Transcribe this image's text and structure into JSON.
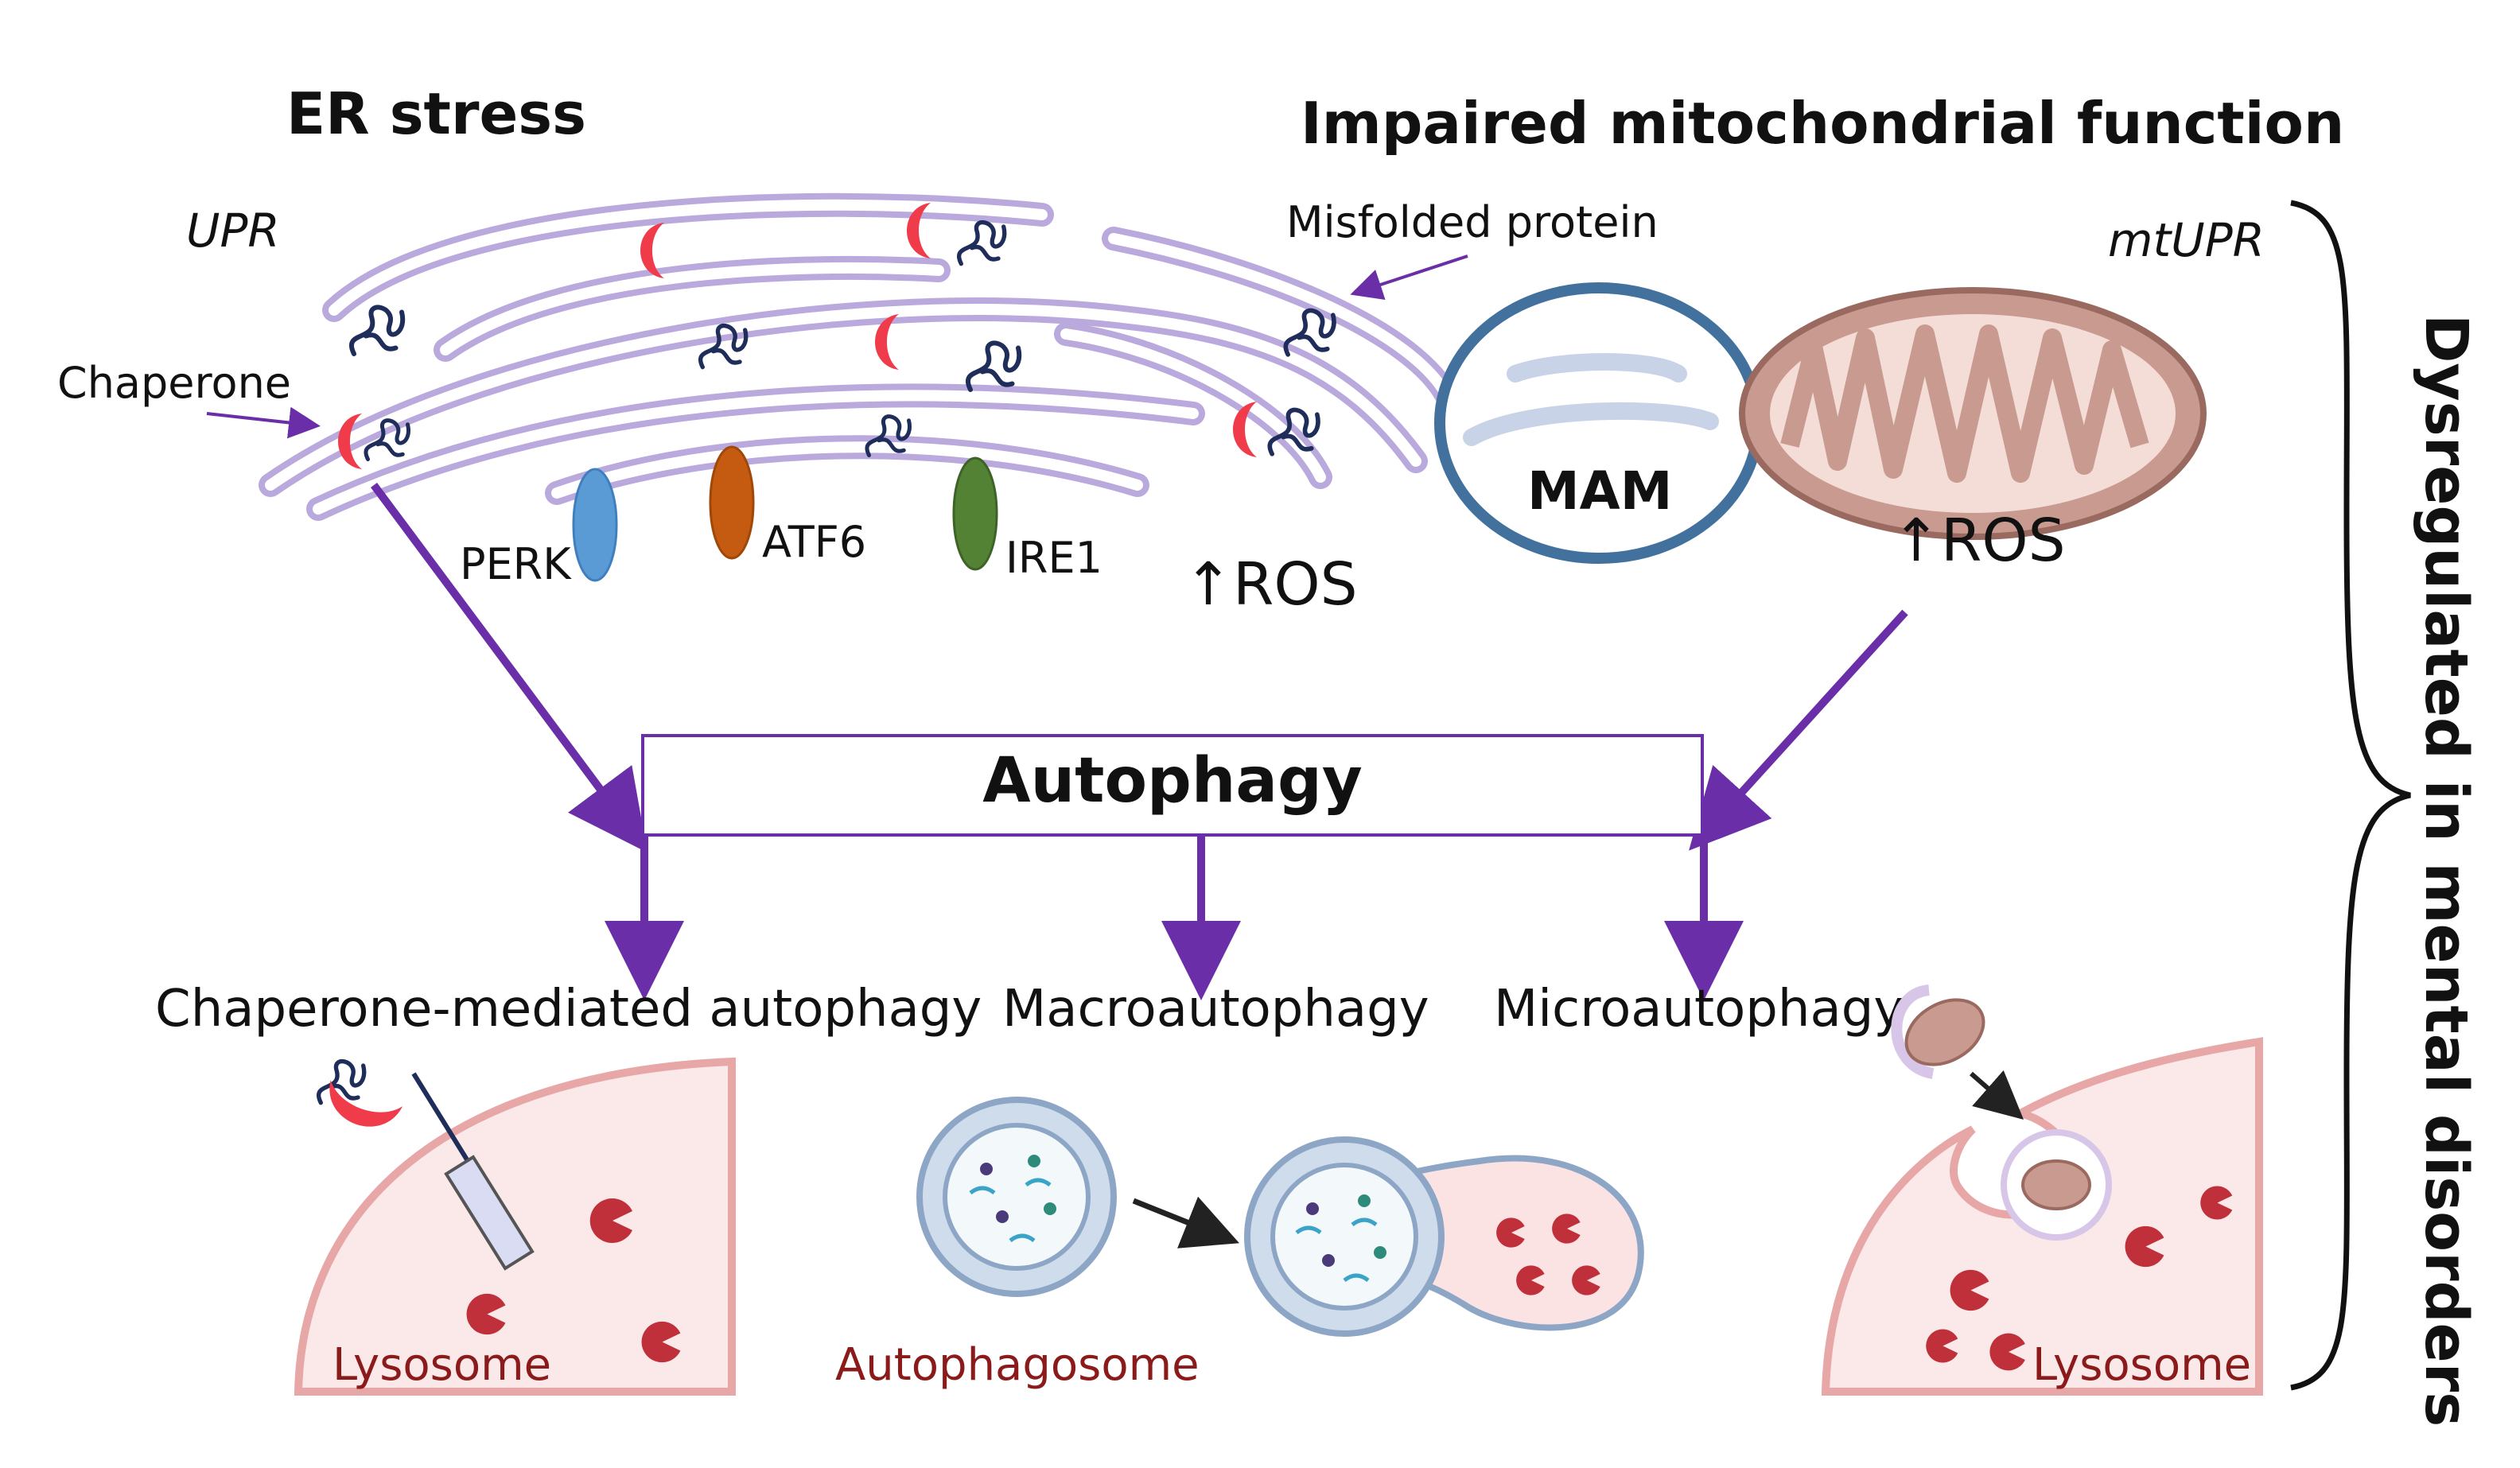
{
  "headings": {
    "er_stress": "ER stress",
    "mito": "Impaired mitochondrial function"
  },
  "labels": {
    "upr": "UPR",
    "mtupr": "mtUPR",
    "chaperone": "Chaperone",
    "misfolded": "Misfolded protein",
    "perk": "PERK",
    "atf6": "ATF6",
    "ire1": "IRE1",
    "ros_er": "↑ROS",
    "ros_mito": "↑ROS",
    "mam": "MAM",
    "autophagy": "Autophagy",
    "cma": "Chaperone-mediated autophagy",
    "macro": "Macroautophagy",
    "micro": "Microautophagy",
    "lysosome_left": "Lysosome",
    "autophagosome": "Autophagosome",
    "lysosome_right": "Lysosome",
    "dysregulated": "Dysregulated in mental disorders"
  },
  "colors": {
    "arrow": "#6a2fa8",
    "er_membrane": "#b9a9dc",
    "chaperone": "#ef3b4a",
    "perk": "#5b9bd5",
    "atf6": "#c55a11",
    "ire1": "#548235",
    "mam_ring": "#41719c",
    "mito": "#b07c70",
    "lysosome": "#e8a7a7"
  }
}
